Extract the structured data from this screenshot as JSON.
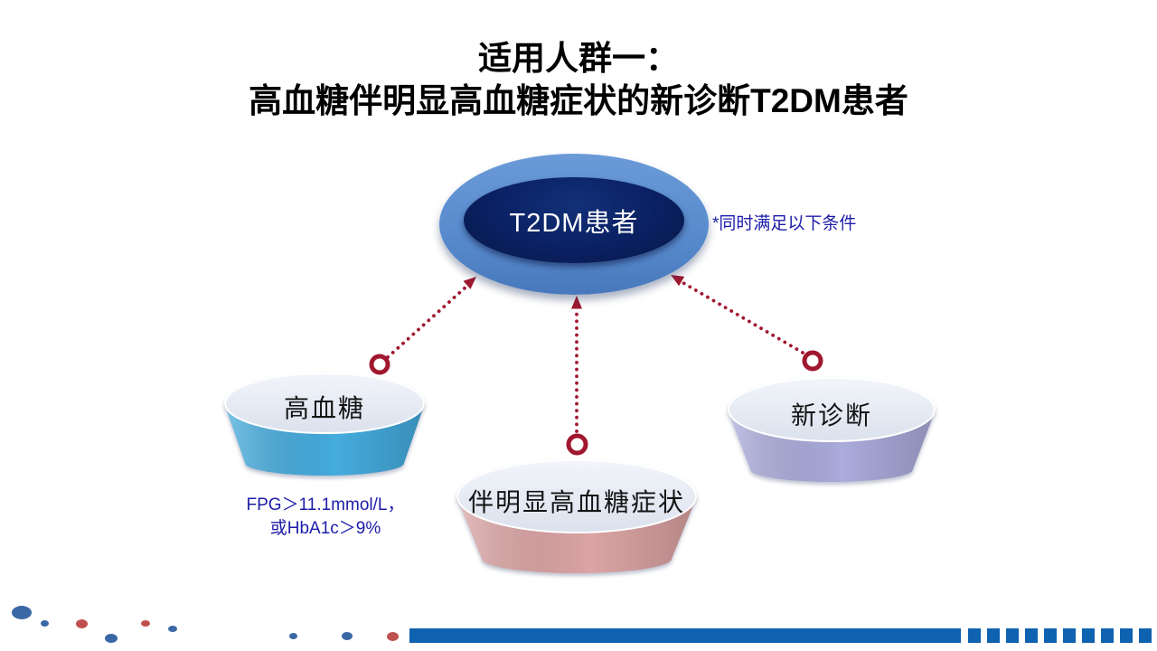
{
  "title": {
    "line1": "适用人群一：",
    "line2": "高血糖伴明显高血糖症状的新诊断T2DM患者"
  },
  "center": {
    "label": "T2DM患者",
    "note": "*同时满足以下条件"
  },
  "bowls": [
    {
      "label": "高血糖",
      "body_color": "#45ACDE",
      "caption_line1": "FPG＞11.1mmol/L，",
      "caption_line2": "或HbA1c＞9%"
    },
    {
      "label": "伴明显高血糖症状",
      "body_color": "#DCA4A4"
    },
    {
      "label": "新诊断",
      "body_color": "#ABABDC"
    }
  ],
  "colors": {
    "arrow_red": "#A01830",
    "bar_blue": "#0E62B0",
    "dot_blue": "#3A68A6",
    "dot_red": "#C0504D",
    "outer_ellipse_blue": "#5B8FD0",
    "inner_ellipse_navy": "#0A2062",
    "note_text_blue": "#1C1CAA",
    "bowl_top_gray": "#E3E9F2"
  }
}
